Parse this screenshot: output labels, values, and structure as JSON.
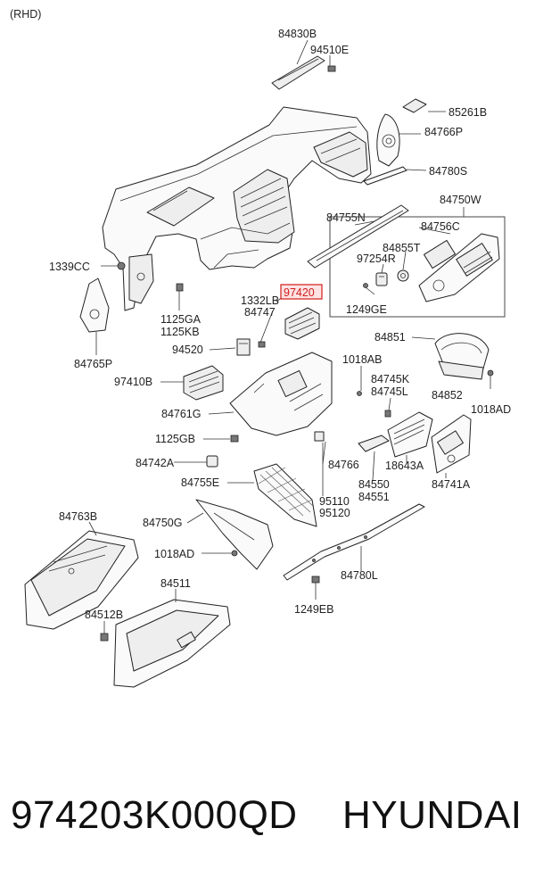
{
  "variant_label": "(RHD)",
  "highlighted_part": "97420",
  "labels": [
    {
      "id": "l-84830B",
      "text": "84830B"
    },
    {
      "id": "l-94510E",
      "text": "94510E"
    },
    {
      "id": "l-85261B",
      "text": "85261B"
    },
    {
      "id": "l-84766P",
      "text": "84766P"
    },
    {
      "id": "l-84780S",
      "text": "84780S"
    },
    {
      "id": "l-84750W",
      "text": "84750W"
    },
    {
      "id": "l-84755N",
      "text": "84755N"
    },
    {
      "id": "l-84756C",
      "text": "84756C"
    },
    {
      "id": "l-84855T",
      "text": "84855T"
    },
    {
      "id": "l-97254R",
      "text": "97254R"
    },
    {
      "id": "l-1249GE",
      "text": "1249GE"
    },
    {
      "id": "l-1339CC",
      "text": "1339CC"
    },
    {
      "id": "l-1332LB",
      "text": "1332LB"
    },
    {
      "id": "l-84747",
      "text": "84747"
    },
    {
      "id": "l-1125GA",
      "text": "1125GA"
    },
    {
      "id": "l-1125KB",
      "text": "1125KB"
    },
    {
      "id": "l-84765P",
      "text": "84765P"
    },
    {
      "id": "l-94520",
      "text": "94520"
    },
    {
      "id": "l-84851",
      "text": "84851"
    },
    {
      "id": "l-1018AB",
      "text": "1018AB"
    },
    {
      "id": "l-97410B",
      "text": "97410B"
    },
    {
      "id": "l-84745K",
      "text": "84745K"
    },
    {
      "id": "l-84745L",
      "text": "84745L"
    },
    {
      "id": "l-84852",
      "text": "84852"
    },
    {
      "id": "l-1018AD-r",
      "text": "1018AD"
    },
    {
      "id": "l-84761G",
      "text": "84761G"
    },
    {
      "id": "l-1125GB",
      "text": "1125GB"
    },
    {
      "id": "l-84766",
      "text": "84766"
    },
    {
      "id": "l-18643A",
      "text": "18643A"
    },
    {
      "id": "l-84742A",
      "text": "84742A"
    },
    {
      "id": "l-84550",
      "text": "84550"
    },
    {
      "id": "l-84551",
      "text": "84551"
    },
    {
      "id": "l-84741A",
      "text": "84741A"
    },
    {
      "id": "l-84755E",
      "text": "84755E"
    },
    {
      "id": "l-95110",
      "text": "95110"
    },
    {
      "id": "l-95120",
      "text": "95120"
    },
    {
      "id": "l-84763B",
      "text": "84763B"
    },
    {
      "id": "l-84750G",
      "text": "84750G"
    },
    {
      "id": "l-1018AD-l",
      "text": "1018AD"
    },
    {
      "id": "l-84780L",
      "text": "84780L"
    },
    {
      "id": "l-84511",
      "text": "84511"
    },
    {
      "id": "l-84512B",
      "text": "84512B"
    },
    {
      "id": "l-1249EB",
      "text": "1249EB"
    }
  ],
  "footer": {
    "part_number": "974203K000QD",
    "brand": "HYUNDAI"
  }
}
